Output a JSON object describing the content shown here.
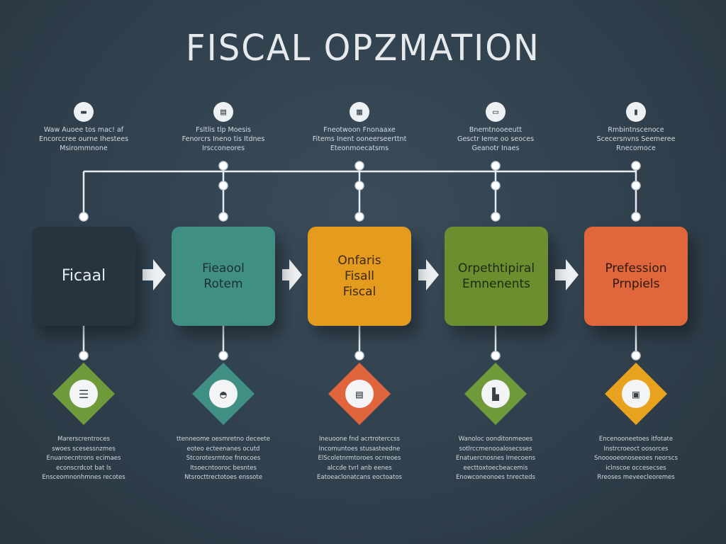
{
  "title": "FISCAL OPZMATION",
  "steps": [
    {
      "label_lines": [
        "Ficaal"
      ],
      "color": "#263440",
      "text_color": "#e8ecef",
      "top_icon": "chart-icon",
      "top_caption": [
        "Waw Auoee tos mac! af",
        "Encorccree ourne Ihestees",
        "Msirommnone"
      ],
      "bottom_icon": "document-icon",
      "diamond_color": "#6f9a3a",
      "bottom_caption": [
        "Marerscrentroces",
        "swoes scesessnzmes",
        "Enuaroecntrons ecimaes",
        "econscrdcot bat ls",
        "Ensceomnonhmnes recotes"
      ]
    },
    {
      "label_lines": [
        "Fieaool",
        "Rotem"
      ],
      "color": "#3f8f85",
      "text_color": "#1f2f33",
      "top_icon": "ticket-icon",
      "top_caption": [
        "Fsltlis tlp Moesis",
        "Fenorcrs Ineno tis Itdnes",
        "Irscconeores"
      ],
      "bottom_icon": "hat-icon",
      "diamond_color": "#3f8f85",
      "bottom_caption": [
        "ttenneome oesmretno deceete",
        "eoteo ecteenanes ocutd",
        "Stcorotesrmtoe fnrocoes",
        "Itsoecntooroc besntes",
        "Ntsrocttrectotoes enssote"
      ]
    },
    {
      "label_lines": [
        "Onfaris",
        "Fisall",
        "Fiscal"
      ],
      "color": "#e59b1e",
      "text_color": "#3a2a10",
      "top_icon": "grid-icon",
      "top_caption": [
        "Fneotwoon Fnonaaxe",
        "Fitems Inent ooneerseerttnt",
        "Eteonmoecatsms"
      ],
      "bottom_icon": "database-icon",
      "diamond_color": "#e0643c",
      "bottom_caption": [
        "Ineuoone fnd acrtroterccss",
        "Incomuntoes stusasteedne",
        "ElScoletnrmtoroes ocrreoes",
        "alccde tvrl anb eenes",
        "Eatoeaclonatcans eoctoatos"
      ]
    },
    {
      "label_lines": [
        "Orpethtipiral",
        "Emnenents"
      ],
      "color": "#6b8e2f",
      "text_color": "#1e2a12",
      "top_icon": "card-icon",
      "top_caption": [
        "Bnemtnooeeutt",
        "Gesctr Ieme oo seoces",
        "Geanotr Inaes"
      ],
      "bottom_icon": "printer-icon",
      "diamond_color": "#6f9a3a",
      "bottom_caption": [
        "Wanoloc oonditonmeoes",
        "sotlrccmenooalosecsses",
        "Enatuercnosnes Irnecoens",
        "eecttoxtoecbeacemis",
        "Enowconeonoes tnrecteds"
      ]
    },
    {
      "label_lines": [
        "Prefession",
        "Prnpiels"
      ],
      "color": "#e2663c",
      "text_color": "#2b1a12",
      "top_icon": "cabinet-icon",
      "top_caption": [
        "Rmbintnscenoce",
        "Scecersnvns Seemeree",
        "Rnecomoce"
      ],
      "bottom_icon": "screen-icon",
      "diamond_color": "#e9a21e",
      "bottom_caption": [
        "Encenooneetoes itfotate",
        "Instrcroeoct oosorces",
        "Snooooeonoseeoes neorscs",
        "iclnscoe occesecses",
        "Rreoses meveecleoremes"
      ]
    }
  ],
  "colors": {
    "background": "#2f3f4c",
    "connector": "#e8ecef",
    "arrow": "#eef1f3"
  }
}
